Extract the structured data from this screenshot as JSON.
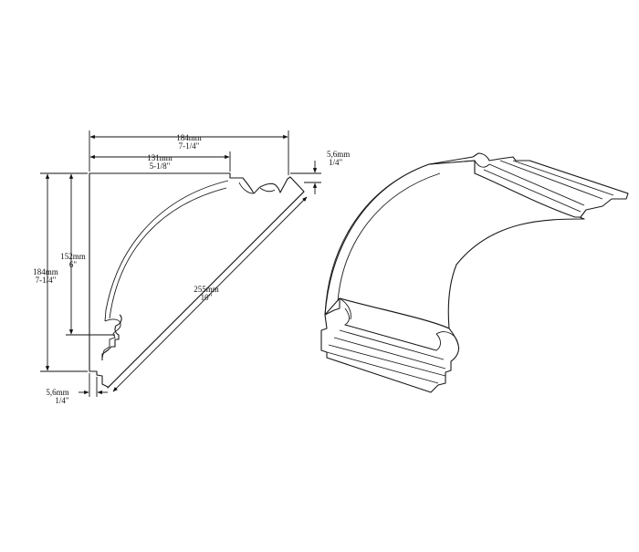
{
  "dimensions": {
    "top_width": {
      "metric": "184mm",
      "imperial": "7-1/4\""
    },
    "top_inner_width": {
      "metric": "131mm",
      "imperial": "5-1/8\""
    },
    "top_offset": {
      "metric": "5,6mm",
      "imperial": "1/4\""
    },
    "left_inner_height": {
      "metric": "152mm",
      "imperial": "6\""
    },
    "left_height": {
      "metric": "184mm",
      "imperial": "7-1/4\""
    },
    "diagonal": {
      "metric": "255mm",
      "imperial": "10\""
    },
    "bottom_offset": {
      "metric": "5,6mm",
      "imperial": "1/4\""
    }
  },
  "colors": {
    "line": "#111111",
    "background": "#ffffff"
  }
}
